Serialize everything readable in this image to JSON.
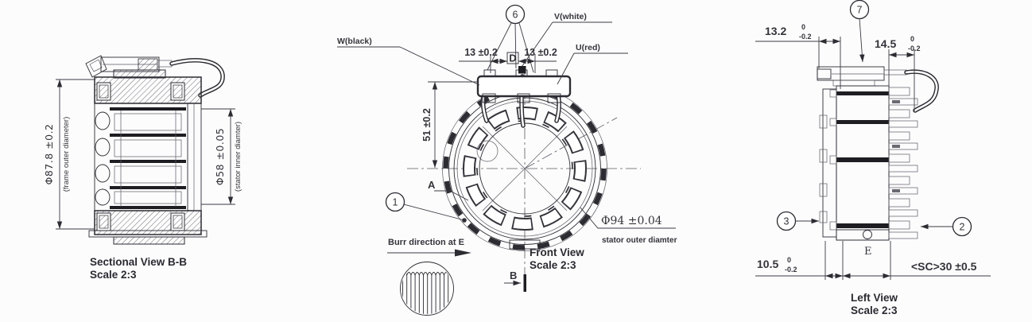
{
  "page": {
    "background": "#fcfcfd",
    "ink_color": "#2c2c32",
    "text_color": "#34343b"
  },
  "sectional_view": {
    "caption1": "Sectional View B-B",
    "caption2": "Scale 2:3",
    "dim_frame_outer": "Φ87.8 ±0.2",
    "dim_frame_outer_note": "(frame outer diameter)",
    "dim_stator_inner": "Φ58 ±0.05",
    "dim_stator_inner_note": "(stator inner diamter)"
  },
  "front_view": {
    "caption1": "Front View",
    "caption2": "Scale 2:3",
    "balloon6": "6",
    "balloon1": "1",
    "wire_w": "W(black)",
    "wire_v": "V(white)",
    "wire_u": "U(red)",
    "dim_pitch_left": "13 ±0.2",
    "dim_pitch_right": "13 ±0.2",
    "datum_d": "D",
    "dim_height": "51 ±0.2",
    "label_a": "A",
    "section_b": "B",
    "dim_stator_outer": "Φ94 ±0.04",
    "dim_stator_outer_note": "stator outer diamter",
    "burr_note": "Burr direction at E"
  },
  "left_view": {
    "caption1": "Left View",
    "caption2": "Scale 2:3",
    "balloon7": "7",
    "balloon3": "3",
    "balloon2": "2",
    "label_e": "E",
    "dim_connector": {
      "value": "13.2",
      "tol_top": "0",
      "tol_bottom": "-0.2"
    },
    "dim_lead": {
      "value": "14.5",
      "tol_top": "0",
      "tol_bottom": "-0.2"
    },
    "dim_flange": {
      "value": "10.5",
      "tol_top": "0",
      "tol_bottom": "-0.2"
    },
    "dim_stack": "<SC>30 ±0.5"
  }
}
